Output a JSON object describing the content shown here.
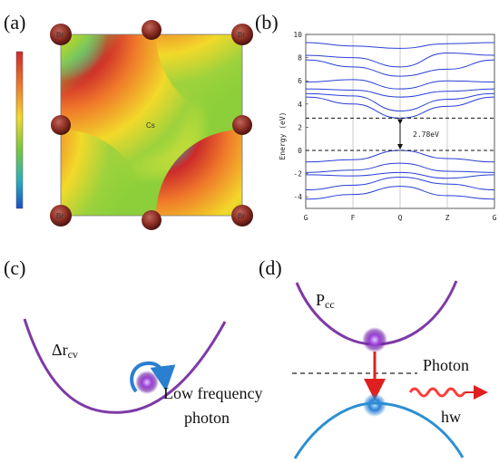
{
  "panels": {
    "a": {
      "label": "(a)",
      "center_atom": "Cs",
      "corner_atom": "Br",
      "colorbar_colors": [
        "#cc2a2a",
        "#f07a2a",
        "#f2d92a",
        "#7ac83a",
        "#2ab0b8",
        "#1a4fc8"
      ]
    },
    "b": {
      "label": "(b)",
      "ylabel": "Energy (eV)",
      "gap_label": "2.78eV",
      "kpoints": [
        "G",
        "F",
        "Q",
        "Z",
        "G"
      ],
      "yticks": [
        "10",
        "8",
        "6",
        "4",
        "2",
        "0",
        "-2",
        "-4"
      ]
    },
    "c": {
      "label": "(c)",
      "delta_label": "Δr",
      "delta_sub": "cv",
      "text_line1": "Low frequency",
      "text_line2": "photon"
    },
    "d": {
      "label": "(d)",
      "p_label": "P",
      "p_sub": "cc",
      "photon_label": "Photon",
      "hw_label": "hw"
    }
  },
  "chart_data": {
    "type": "line",
    "xlabel": "",
    "ylabel": "Energy (eV)",
    "categories": [
      "G",
      "F",
      "Q",
      "Z",
      "G"
    ],
    "ylim": [
      -5,
      10
    ],
    "gap": {
      "cbm": 2.78,
      "vbm": 0,
      "label": "2.78eV",
      "k": "Q"
    },
    "series": [
      {
        "values": [
          -4.2,
          -3.8,
          -3.1,
          -3.9,
          -4.2
        ]
      },
      {
        "values": [
          -3.4,
          -3.0,
          -2.3,
          -2.9,
          -3.4
        ]
      },
      {
        "values": [
          -2.1,
          -2.2,
          -1.9,
          -2.4,
          -2.1
        ]
      },
      {
        "values": [
          -1.9,
          -1.7,
          -1.1,
          -1.8,
          -1.9
        ]
      },
      {
        "values": [
          -1.0,
          -0.8,
          0.0,
          -0.7,
          -1.0
        ]
      },
      {
        "values": [
          4.6,
          4.0,
          2.78,
          3.8,
          4.6
        ]
      },
      {
        "values": [
          4.9,
          4.7,
          3.4,
          4.4,
          4.9
        ]
      },
      {
        "values": [
          5.3,
          5.2,
          4.6,
          5.1,
          5.3
        ]
      },
      {
        "values": [
          5.9,
          6.1,
          5.3,
          6.0,
          5.9
        ]
      },
      {
        "values": [
          7.8,
          7.2,
          6.4,
          7.0,
          7.8
        ]
      },
      {
        "values": [
          8.2,
          8.0,
          7.2,
          8.4,
          8.2
        ]
      },
      {
        "values": [
          9.3,
          9.0,
          8.8,
          9.2,
          9.3
        ]
      }
    ]
  }
}
